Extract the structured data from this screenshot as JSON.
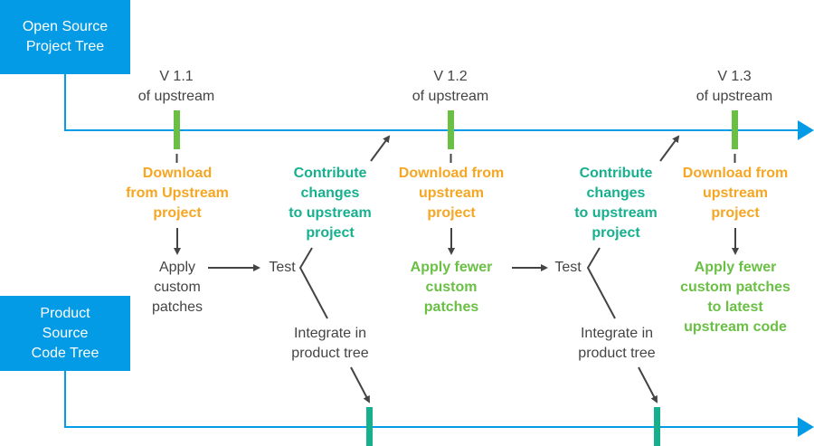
{
  "colors": {
    "timeline": "#039be5",
    "upstream_marker": "#6abf45",
    "product_marker": "#16b08f",
    "download": "#f5a623",
    "contribute": "#16b08f",
    "apply_fewer": "#6abf45",
    "arrow": "#444444",
    "text": "#444444"
  },
  "boxes": {
    "open_source": "Open Source\nProject Tree",
    "product": "Product\nSource\nCode Tree"
  },
  "versions": [
    {
      "label": "V 1.1\nof upstream"
    },
    {
      "label": "V 1.2\nof upstream"
    },
    {
      "label": "V 1.3\nof upstream"
    }
  ],
  "steps": {
    "download_1": "Download\nfrom Upstream\nproject",
    "download_2": "Download from\nupstream\nproject",
    "download_3": "Download from\nupstream\nproject",
    "apply_1": "Apply\ncustom\npatches",
    "apply_2": "Apply fewer\ncustom\npatches",
    "apply_3": "Apply fewer\ncustom patches\nto latest\nupstream code",
    "test_1": "Test",
    "test_2": "Test",
    "contribute_1": "Contribute\nchanges\nto upstream\nproject",
    "contribute_2": "Contribute\nchanges\nto upstream\nproject",
    "integrate_1": "Integrate in\nproduct tree",
    "integrate_2": "Integrate in\nproduct tree"
  }
}
